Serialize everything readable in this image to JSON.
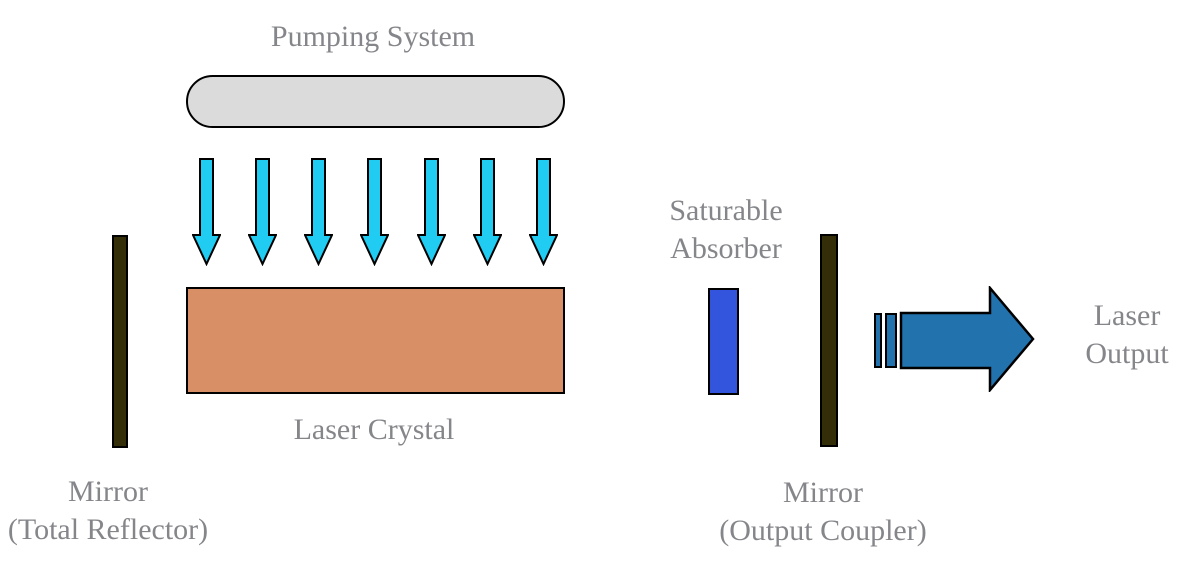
{
  "diagram": {
    "labels": {
      "pumping_system": "Pumping System",
      "laser_crystal": "Laser Crystal",
      "saturable_absorber": {
        "line1": "Saturable",
        "line2": "Absorber"
      },
      "laser_output": {
        "line1": "Laser",
        "line2": "Output"
      },
      "mirror_total_reflector": {
        "line1": "Mirror",
        "line2": "(Total Reflector)"
      },
      "mirror_output_coupler": {
        "line1": "Mirror",
        "line2": "(Output Coupler)"
      }
    },
    "colors": {
      "background": "#FFFFFF",
      "label_text": "#85868A",
      "outline": "#000000",
      "pump_lamp_fill": "#DBDBDB",
      "pump_arrow_fill": "#20CCF2",
      "laser_crystal_fill": "#D98F66",
      "saturable_absorber_fill": "#3355DD",
      "mirror_fill": "#332D08",
      "laser_output_fill": "#2272AE"
    },
    "pump_arrows": {
      "count": 7
    }
  }
}
